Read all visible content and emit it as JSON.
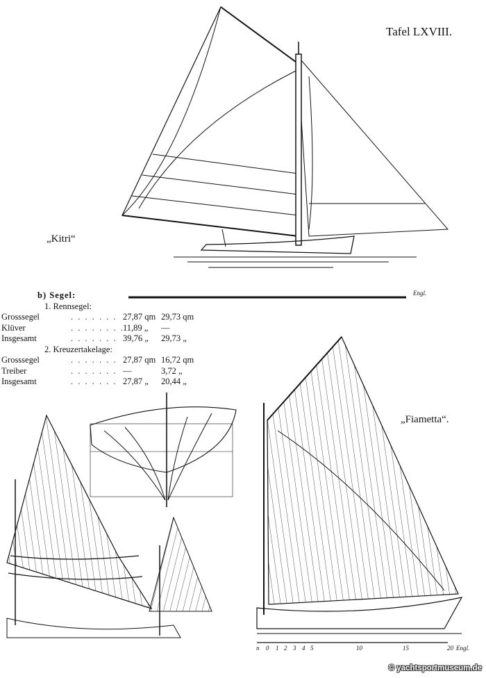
{
  "plate_title": "Tafel LXVIII.",
  "boats": {
    "top": "„Kitri“",
    "right": "„Fiametta“."
  },
  "sail_table": {
    "heading": "b) Segel:",
    "sections": [
      {
        "title": "1. Rennsegel:",
        "rows": [
          {
            "name": "Grosssegel",
            "dots": ". . . . . . .",
            "v1": "27,87 qm",
            "v2": "29,73 qm"
          },
          {
            "name": "Klüver",
            "dots": ". . . . . . . .",
            "v1": "11,89 „",
            "v2": "—"
          },
          {
            "name": "Insgesamt",
            "dots": ". . . . . . .",
            "v1": "39,76 „",
            "v2": "29,73 „"
          }
        ]
      },
      {
        "title": "2. Kreuzertakelage:",
        "rows": [
          {
            "name": "Grosssegel",
            "dots": ". . . . . . .",
            "v1": "27,87 qm",
            "v2": "16,72 qm"
          },
          {
            "name": "Treiber",
            "dots": ". . . . . . .",
            "v1": "—",
            "v2": "3,72 „"
          },
          {
            "name": "Insgesamt",
            "dots": ". . . . . . .",
            "v1": "27,87 „",
            "v2": "20,44 „"
          }
        ]
      }
    ]
  },
  "top_scale": {
    "unit": "Engl."
  },
  "bottom_scale": {
    "ticks": [
      "n",
      "0",
      "1",
      "2",
      "3",
      "4",
      "5",
      "10",
      "15",
      "20"
    ],
    "unit": "Engl."
  },
  "watermark": "© yachtsportmuseum.de"
}
